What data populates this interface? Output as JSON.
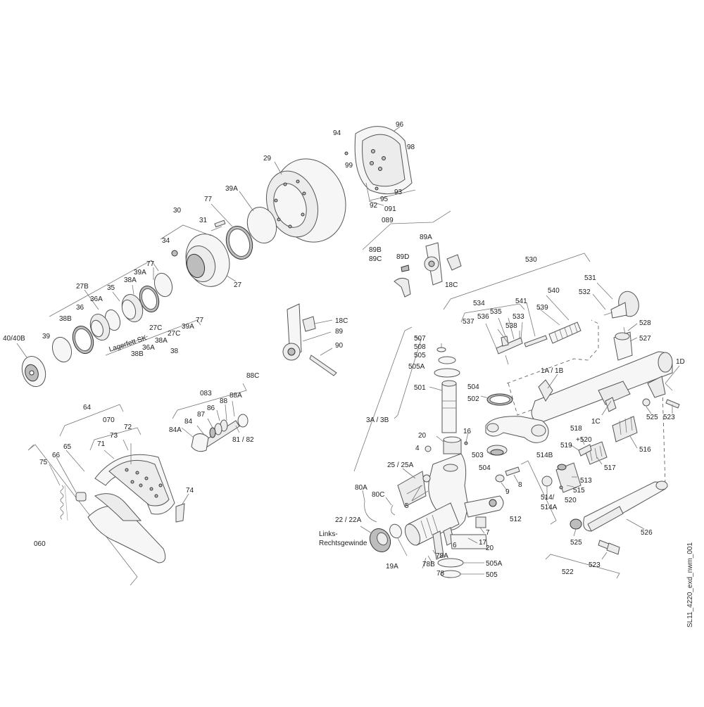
{
  "labels": {
    "l96": "96",
    "l94": "94",
    "l98": "98",
    "l99": "99",
    "l95": "95",
    "l93": "93",
    "l92": "92",
    "l091": "091",
    "l29": "29",
    "l39A_top": "39A",
    "l77_top": "77",
    "l30": "30",
    "l31": "31",
    "l34": "34",
    "l27": "27",
    "l089": "089",
    "l89A_top": "89A",
    "l89B": "89B",
    "l89C": "89C",
    "l89D": "89D",
    "l18C_top": "18C",
    "l18C": "18C",
    "l89": "89",
    "l90": "90",
    "l77_mid": "77",
    "l39A_mid": "39A",
    "l27B": "27B",
    "l35": "35",
    "l38A_mid": "38A",
    "l36A_mid": "36A",
    "l36": "36",
    "l38B_mid": "38B",
    "l39": "39",
    "l40": "40/40B",
    "l77_low": "77",
    "l39A_low": "39A",
    "l27C_low": "27C",
    "l38A_low": "38A",
    "l36A_low": "36A",
    "l38B_low": "38B",
    "l38_low": "38",
    "l27C": "27C",
    "lLagerfett": "Lagerfett SK",
    "l88C": "88C",
    "l083": "083",
    "l88A": "88A",
    "l88": "88",
    "l87": "87",
    "l86": "86",
    "l84": "84",
    "l84A": "84A",
    "l8182": "81 / 82",
    "l64": "64",
    "l070": "070",
    "l72": "72",
    "l73": "73",
    "l71": "71",
    "l65": "65",
    "l66": "66",
    "l75": "75",
    "l74": "74",
    "l060": "060",
    "l530": "530",
    "l531": "531",
    "l532": "532",
    "l540": "540",
    "l539": "539",
    "l541": "541",
    "l534": "534",
    "l535": "535",
    "l536": "536",
    "l537": "537",
    "l533": "533",
    "l538": "538",
    "l528": "528",
    "l527": "527",
    "l1D": "1D",
    "l1A1B": "1A / 1B",
    "l1C": "1C",
    "l525_top": "525",
    "l523_top": "523",
    "l516": "516",
    "l518": "518",
    "l520a": "+520",
    "l519": "519",
    "l517": "517",
    "l514B": "514B",
    "l513": "513",
    "l515": "515",
    "l514": "514/",
    "l514A": "514A",
    "l520b": "520",
    "l512": "512",
    "l526": "526",
    "l525": "525",
    "l523": "523",
    "l522": "522",
    "l507": "507",
    "l508": "508",
    "l505_top": "505",
    "l505A_top": "505A",
    "l501": "501",
    "l504_top": "504",
    "l502": "502",
    "l3A3B": "3A / 3B",
    "l20_top": "20",
    "l16": "16",
    "l4": "4",
    "l503": "503",
    "l504": "504",
    "l2525A": "25 / 25A",
    "l9": "9",
    "l8": "8",
    "l5": "5",
    "l80A": "80A",
    "l80C": "80C",
    "l2222A": "22 / 22A",
    "lLinks": "Links-",
    "lRechts": "Rechtsgewinde",
    "l7": "7",
    "l6": "6",
    "l17": "17",
    "l20": "20",
    "l19A": "19A",
    "l78B": "78B",
    "l78A": "78A",
    "l78": "78",
    "l505A": "505A",
    "l505": "505"
  },
  "drawing_id": "SL11_4220_exd_nwm_001"
}
